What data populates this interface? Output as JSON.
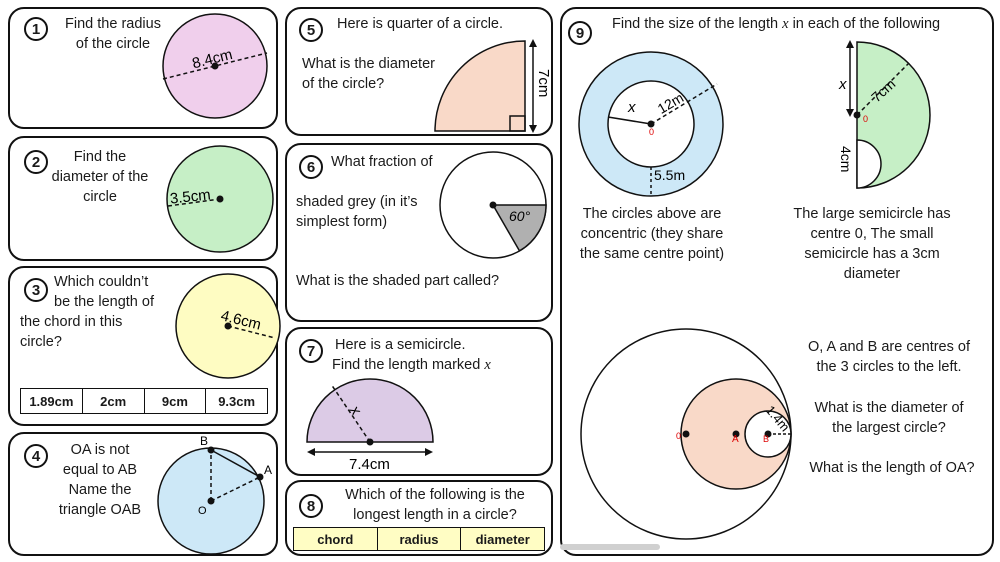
{
  "q1": {
    "num": "1",
    "text_line1": "Find the radius",
    "text_line2": "of the circle",
    "measure": "8.4cm"
  },
  "q2": {
    "num": "2",
    "text_line1": "Find the",
    "text_line2": "diameter of the",
    "text_line3": "circle",
    "measure": "3.5cm"
  },
  "q3": {
    "num": "3",
    "text_line1": "Which couldn’t",
    "text_line2": "be the length of",
    "text_line3": "the chord in this",
    "text_line4": "circle?",
    "measure": "4.6cm",
    "options": [
      "1.89cm",
      "2cm",
      "9cm",
      "9.3cm"
    ]
  },
  "q4": {
    "num": "4",
    "text_line1": "OA is not",
    "text_line2": "equal to AB",
    "text_line3": "Name the",
    "text_line4": "triangle OAB",
    "label_b": "B",
    "label_a": "A",
    "label_o": "O"
  },
  "q5": {
    "num": "5",
    "text_line1": "Here is quarter of a circle.",
    "text_line2": "What is the diameter",
    "text_line3": "of the circle?",
    "measure": "7cm"
  },
  "q6": {
    "num": "6",
    "text_line1": "What fraction of",
    "text_line2": "shaded grey (in it’s",
    "text_line3": "simplest form)",
    "angle": "60°",
    "text_line4": "What is the shaded part called?"
  },
  "q7": {
    "num": "7",
    "text_line1": "Here is a semicircle.",
    "text_line2": "Find the length marked",
    "var": "x",
    "measure": "7.4cm"
  },
  "q8": {
    "num": "8",
    "text_line1": "Which of the following is the",
    "text_line2": "longest length in a circle?",
    "options": [
      "chord",
      "radius",
      "diameter"
    ]
  },
  "q9": {
    "num": "9",
    "title": "Find the size of the length",
    "title_var": "x",
    "title_end": "in each of the following",
    "a": {
      "var": "x",
      "inner": "12m",
      "gap": "5.5m",
      "centre": "0",
      "caption_line1": "The circles above are",
      "caption_line2": "concentric (they share",
      "caption_line3": "the same centre point)"
    },
    "b": {
      "var": "x",
      "radius": "7cm",
      "small": "4cm",
      "centre": "0",
      "caption_line1": "The large semicircle has",
      "caption_line2": "centre 0, The small",
      "caption_line3": "semicircle has a 3cm",
      "caption_line4": "diameter"
    },
    "c": {
      "label_o": "0",
      "label_a": "A",
      "label_b": "B",
      "measure": "1.4m",
      "text_line1": "O, A and B are centres of",
      "text_line2": "the 3 circles to the left.",
      "text_line3": "What is the diameter of",
      "text_line4": "the largest circle?",
      "text_line5": "What is the length of OA?"
    }
  },
  "colors": {
    "pink": "#f0cfec",
    "green": "#c6efc6",
    "yellow": "#fefcc2",
    "blue": "#cde8f7",
    "peach": "#f9d9c8",
    "lilac": "#dccbe6",
    "grey": "#b0b0b0"
  }
}
